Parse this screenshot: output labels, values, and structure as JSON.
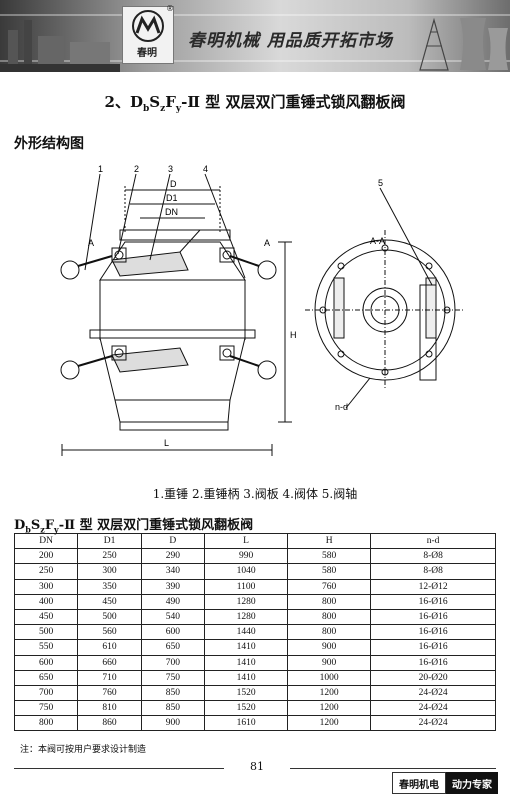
{
  "header": {
    "logo_text": "春明",
    "reg_mark": "®",
    "slogan": "春明机械   用品质开拓市场"
  },
  "title": {
    "prefix": "2、D",
    "sub1": "b",
    "s": "S",
    "sub2": "z",
    "f": "F",
    "sub3": "y",
    "suffix": "-Ⅱ 型 双层双门重锤式锁风翻板阀"
  },
  "section_heading": "外形结构图",
  "drawing_labels": {
    "part_1": "1",
    "part_2": "2",
    "part_3": "3",
    "part_4": "4",
    "part_5": "5",
    "dim_d": "D",
    "dim_d1": "D1",
    "dim_dn": "DN",
    "dim_h": "H",
    "dim_l": "L",
    "section_a_left": "A",
    "section_a_right": "A",
    "section_view": "A-A",
    "hole_label": "n-d"
  },
  "legend": "1.重锤  2.重锤柄  3.阀板  4.阀体  5.阀轴",
  "table_title": {
    "prefix": "D",
    "sub1": "b",
    "s": "S",
    "sub2": "z",
    "f": "F",
    "sub3": "y",
    "suffix": "-Ⅱ 型 双层双门重锤式锁风翻板阀"
  },
  "table": {
    "headers": [
      "DN",
      "D1",
      "D",
      "L",
      "H",
      "n-d"
    ],
    "rows": [
      [
        "200",
        "250",
        "290",
        "990",
        "580",
        "8-Ø8"
      ],
      [
        "250",
        "300",
        "340",
        "1040",
        "580",
        "8-Ø8"
      ],
      [
        "300",
        "350",
        "390",
        "1100",
        "760",
        "12-Ø12"
      ],
      [
        "400",
        "450",
        "490",
        "1280",
        "800",
        "16-Ø16"
      ],
      [
        "450",
        "500",
        "540",
        "1280",
        "800",
        "16-Ø16"
      ],
      [
        "500",
        "560",
        "600",
        "1440",
        "800",
        "16-Ø16"
      ],
      [
        "550",
        "610",
        "650",
        "1410",
        "900",
        "16-Ø16"
      ],
      [
        "600",
        "660",
        "700",
        "1410",
        "900",
        "16-Ø16"
      ],
      [
        "650",
        "710",
        "750",
        "1410",
        "1000",
        "20-Ø20"
      ],
      [
        "700",
        "760",
        "850",
        "1520",
        "1200",
        "24-Ø24"
      ],
      [
        "750",
        "810",
        "850",
        "1520",
        "1200",
        "24-Ø24"
      ],
      [
        "800",
        "860",
        "900",
        "1610",
        "1200",
        "24-Ø24"
      ]
    ]
  },
  "note": "注：本阀可按用户要求设计制造",
  "page_number": "81",
  "footer_brand": {
    "left": "春明机电",
    "right": "动力专家"
  }
}
